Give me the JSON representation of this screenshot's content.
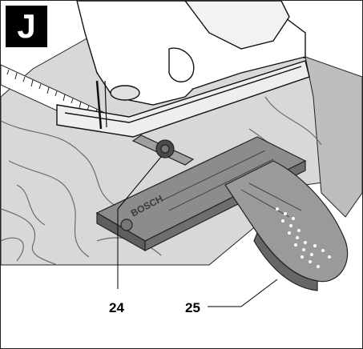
{
  "panel": {
    "letter": "J"
  },
  "callouts": [
    {
      "id": "24",
      "label": "24"
    },
    {
      "id": "25",
      "label": "25"
    }
  ],
  "guide": {
    "brand": "BOSCH"
  },
  "colors": {
    "wood": "#d6d6d6",
    "wood_grain": "#6b6b6b",
    "guide": "#8c8c8c",
    "guide_dark": "#555555",
    "saw": "#ffffff",
    "outline": "#111111"
  }
}
